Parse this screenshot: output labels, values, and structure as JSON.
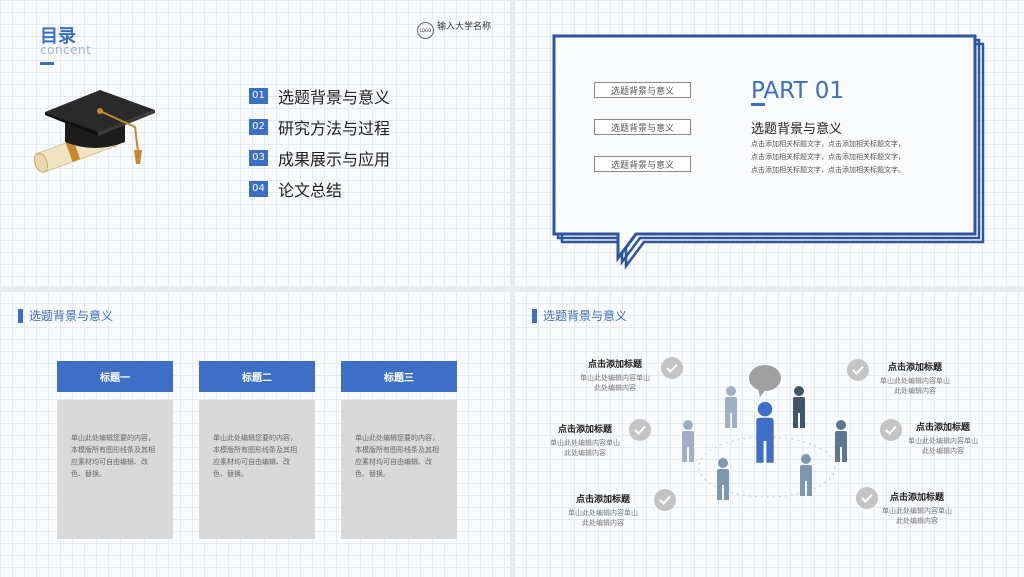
{
  "slide1": {
    "title": "目录",
    "subtitle": "concent",
    "logo": "LOGO",
    "university": "输入大学名称",
    "items": [
      {
        "num": "01",
        "text": "选题背景与意义"
      },
      {
        "num": "02",
        "text": "研究方法与过程"
      },
      {
        "num": "03",
        "text": "成果展示与应用"
      },
      {
        "num": "04",
        "text": "论文总结"
      }
    ]
  },
  "slide2": {
    "boxes": [
      "选题背景与意义",
      "选题背景与意义",
      "选题背景与意义"
    ],
    "part": "PART 01",
    "subtitle": "选题背景与意义",
    "desc": [
      "点击添加相关标题文字，点击添加相关标题文字，",
      "点击添加相关标题文字，点击添加相关标题文字，",
      "点击添加相关标题文字，点击添加相关标题文字。"
    ]
  },
  "slide3": {
    "heading": "选题背景与意义",
    "columns": [
      {
        "title": "标题一",
        "body": "单山此处编辑您要的内容，本模版所有图形线条及其相应素材均可自由编辑、改色、替换。"
      },
      {
        "title": "标题二",
        "body": "单山此处编辑您要的内容，本模版所有图形线条及其相应素材均可自由编辑、改色、替换。"
      },
      {
        "title": "标题三",
        "body": "单山此处编辑您要的内容，本模版所有图形线条及其相应素材均可自由编辑、改色、替换。"
      }
    ]
  },
  "slide4": {
    "heading": "选题背景与意义",
    "items": [
      {
        "title": "点击添加标题",
        "desc1": "单山此处编辑内容单山",
        "desc2": "此处编辑内容"
      },
      {
        "title": "点击添加标题",
        "desc1": "单山此处编辑内容单山",
        "desc2": "此处编辑内容"
      },
      {
        "title": "点击添加标题",
        "desc1": "单山此处编辑内容单山",
        "desc2": "此处编辑内容"
      },
      {
        "title": "点击添加标题",
        "desc1": "单山此处编辑内容单山",
        "desc2": "此处编辑内容"
      },
      {
        "title": "点击添加标题",
        "desc1": "单山此处编辑内容单山",
        "desc2": "此处编辑内容"
      },
      {
        "title": "点击添加标题",
        "desc1": "单山此处编辑内容单山",
        "desc2": "此处编辑内容"
      }
    ]
  },
  "colors": {
    "accent": "#3a6fc4",
    "frame": "#2d55a0",
    "gray": "#d9d9d9"
  }
}
